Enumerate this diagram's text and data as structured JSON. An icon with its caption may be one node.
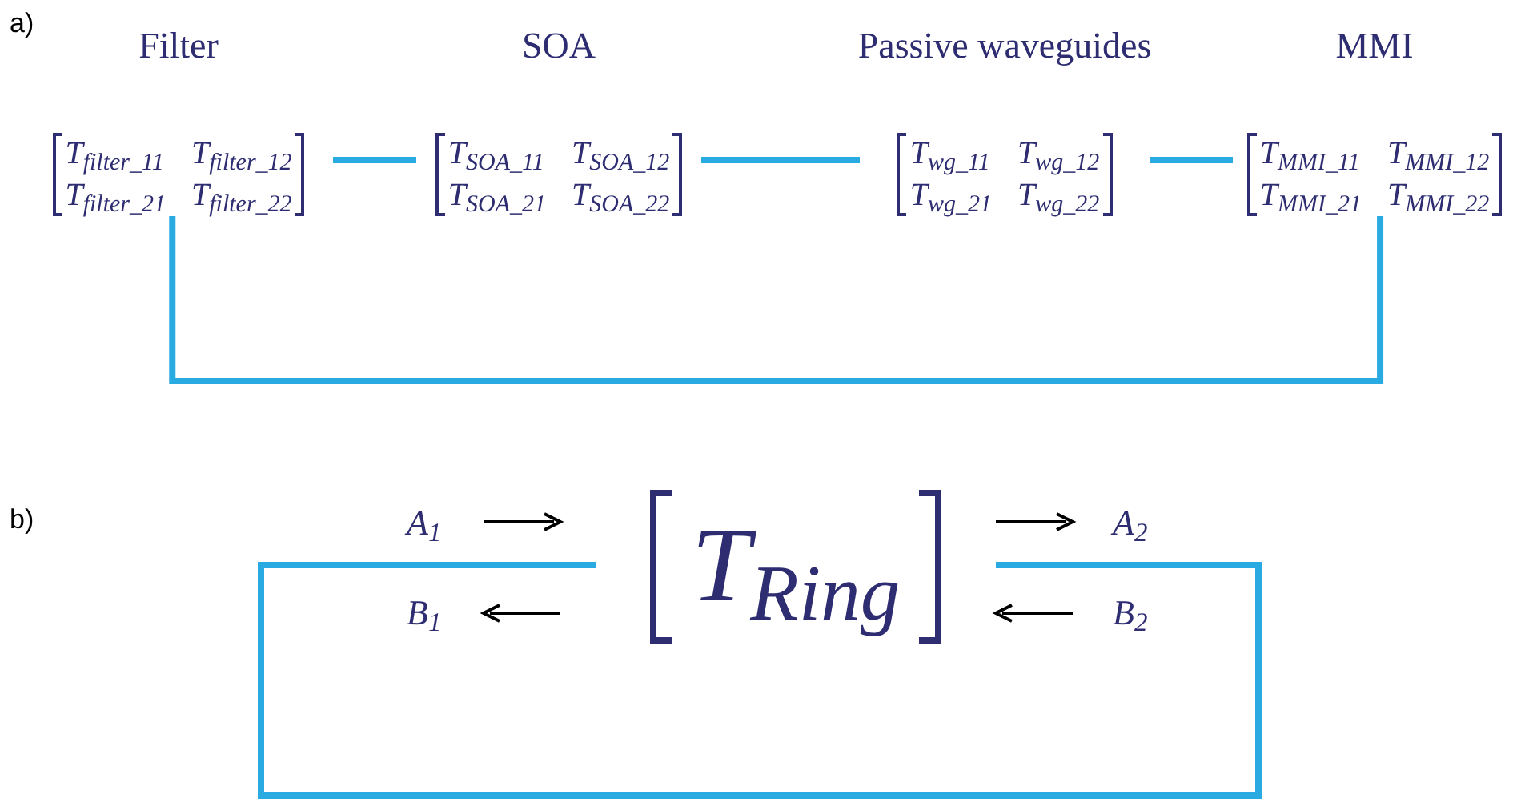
{
  "diagram": {
    "nodes": [
      {
        "text": [
          "Filter",
          "T$_{filter_11}$",
          "T$_{filter_12}$",
          "T$_{filter_21}$",
          "T$_{filter_22}$"
        ]
      },
      {
        "text": [
          "SOA",
          "T$_{SOA_11}$",
          "T$_{SOA_12}$",
          "T$_{SOA_21}$",
          "T$_{SOA_22}$"
        ]
      },
      {
        "text": [
          "Passive waveguides",
          "T$_{wg_11}$",
          "T$_{wg_12}$",
          "T$_{wg_21}$",
          "T$_{wg_22}$"
        ]
      },
      {
        "text": [
          "MMI",
          "T$_{MMI_11}$",
          "T$_{MMI_12}$",
          "T$_{MMI_21}$",
          "T$_{MMI_22}$"
        ]
      },
      {
        "text": [
          "T$_{Ring}$"
        ]
      }
    ],
    "edges": [
      {
        "from": 0,
        "to": 1,
        "arrow": "none"
      },
      {
        "from": 1,
        "to": 2,
        "arrow": "none"
      },
      {
        "from": 2,
        "to": 3,
        "arrow": "none"
      },
      {
        "from": 0,
        "to": 3,
        "arrow": "none"
      },
      {
        "from": 4,
        "to": 4,
        "arrow": "none"
      }
    ],
    "labels": [
      "a)",
      "b)",
      "A$_{1}$",
      "B$_{1}$",
      "A$_{2}$",
      "B$_{2}$"
    ]
  }
}
